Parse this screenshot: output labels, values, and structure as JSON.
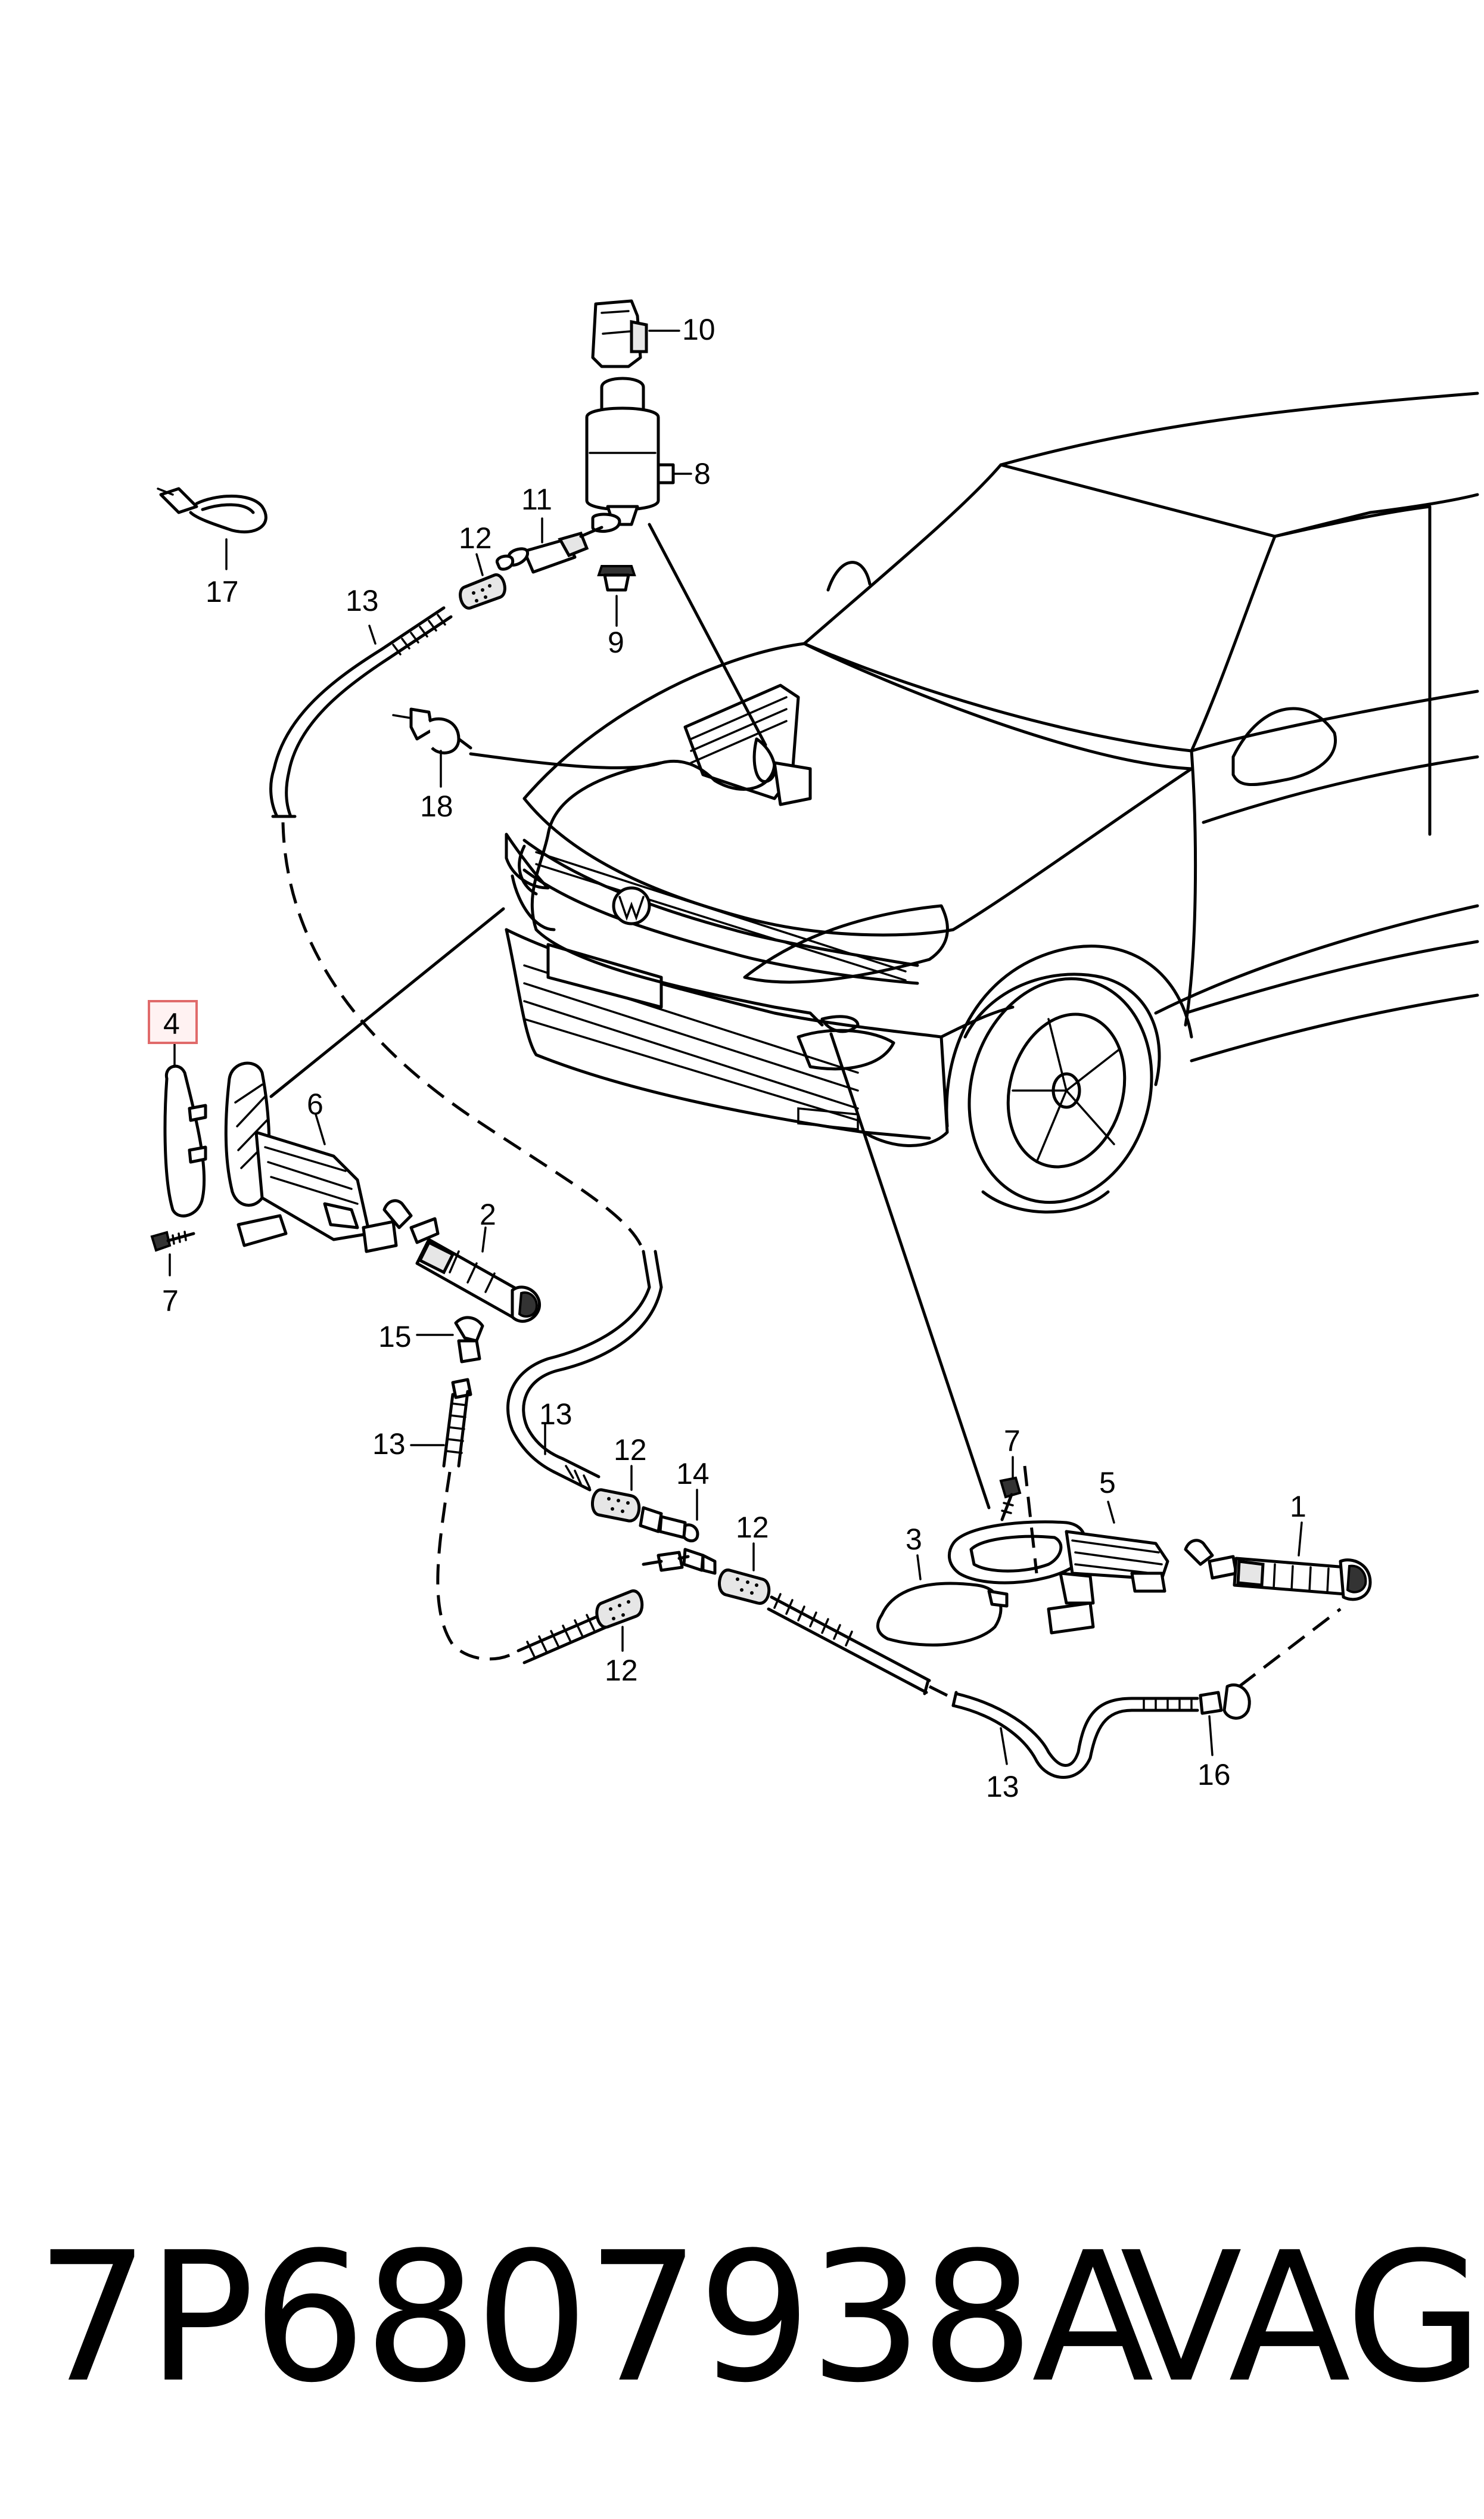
{
  "callouts": {
    "c1": "1",
    "c2": "2",
    "c3": "3",
    "c4": "4",
    "c5": "5",
    "c6": "6",
    "c7a": "7",
    "c7b": "7",
    "c8": "8",
    "c9": "9",
    "c10": "10",
    "c11": "11",
    "c12a": "12",
    "c12b": "12",
    "c12c": "12",
    "c12d": "12",
    "c13a": "13",
    "c13b": "13",
    "c13c": "13",
    "c13d": "13",
    "c14": "14",
    "c15": "15",
    "c16": "16",
    "c17": "17",
    "c18": "18"
  },
  "highlighted_callout": "4",
  "footer": {
    "part_number": "7P6807938A",
    "brand": "VAG"
  },
  "colors": {
    "line": "#000000",
    "highlight_border": "#e06a6a",
    "background": "#ffffff"
  }
}
